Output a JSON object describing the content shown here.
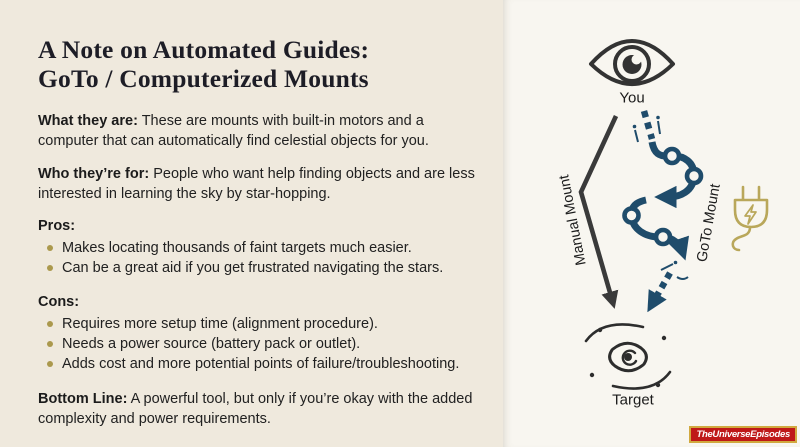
{
  "left": {
    "title_line1": "A Note on Automated Guides:",
    "title_line2": "GoTo / Computerized Mounts",
    "paragraphs": [
      {
        "lead": "What they are:",
        "text": "These are mounts with built-in motors and a computer that can automatically find celestial objects for you."
      },
      {
        "lead": "Who they’re for:",
        "text": "People who want help finding objects and are less interested in learning the sky by star-hopping."
      }
    ],
    "pros": {
      "heading": "Pros:",
      "items": [
        "Makes locating thousands of faint targets much easier.",
        "Can be a great aid if you get frustrated navigating the stars."
      ]
    },
    "cons": {
      "heading": "Cons:",
      "items": [
        "Requires more setup time (alignment procedure).",
        "Needs a power source (battery pack or outlet).",
        "Adds cost and more potential points of failure/troubleshooting."
      ]
    },
    "bottom": {
      "lead": "Bottom Line:",
      "text": "A powerful tool, but only if you’re okay with the added complexity and power requirements."
    }
  },
  "right": {
    "you_label": "You",
    "target_label": "Target",
    "manual_label": "Manual Mount",
    "goto_label": "GoTo Mount",
    "icons": {
      "you": "eye-icon",
      "target": "spiral-galaxy-icon",
      "power": "power-plug-icon"
    }
  },
  "watermark": "TheUniverseEpisodes",
  "colors": {
    "left_bg": "#efe9dd",
    "right_bg": "#f8f6f0",
    "accent_blue": "#1f4c6b",
    "accent_gold": "#ab994d",
    "plug_gold": "#b9a75a",
    "dark_line": "#3a3a3a",
    "watermark_red": "#bf1818",
    "watermark_border": "#d1a93f"
  }
}
